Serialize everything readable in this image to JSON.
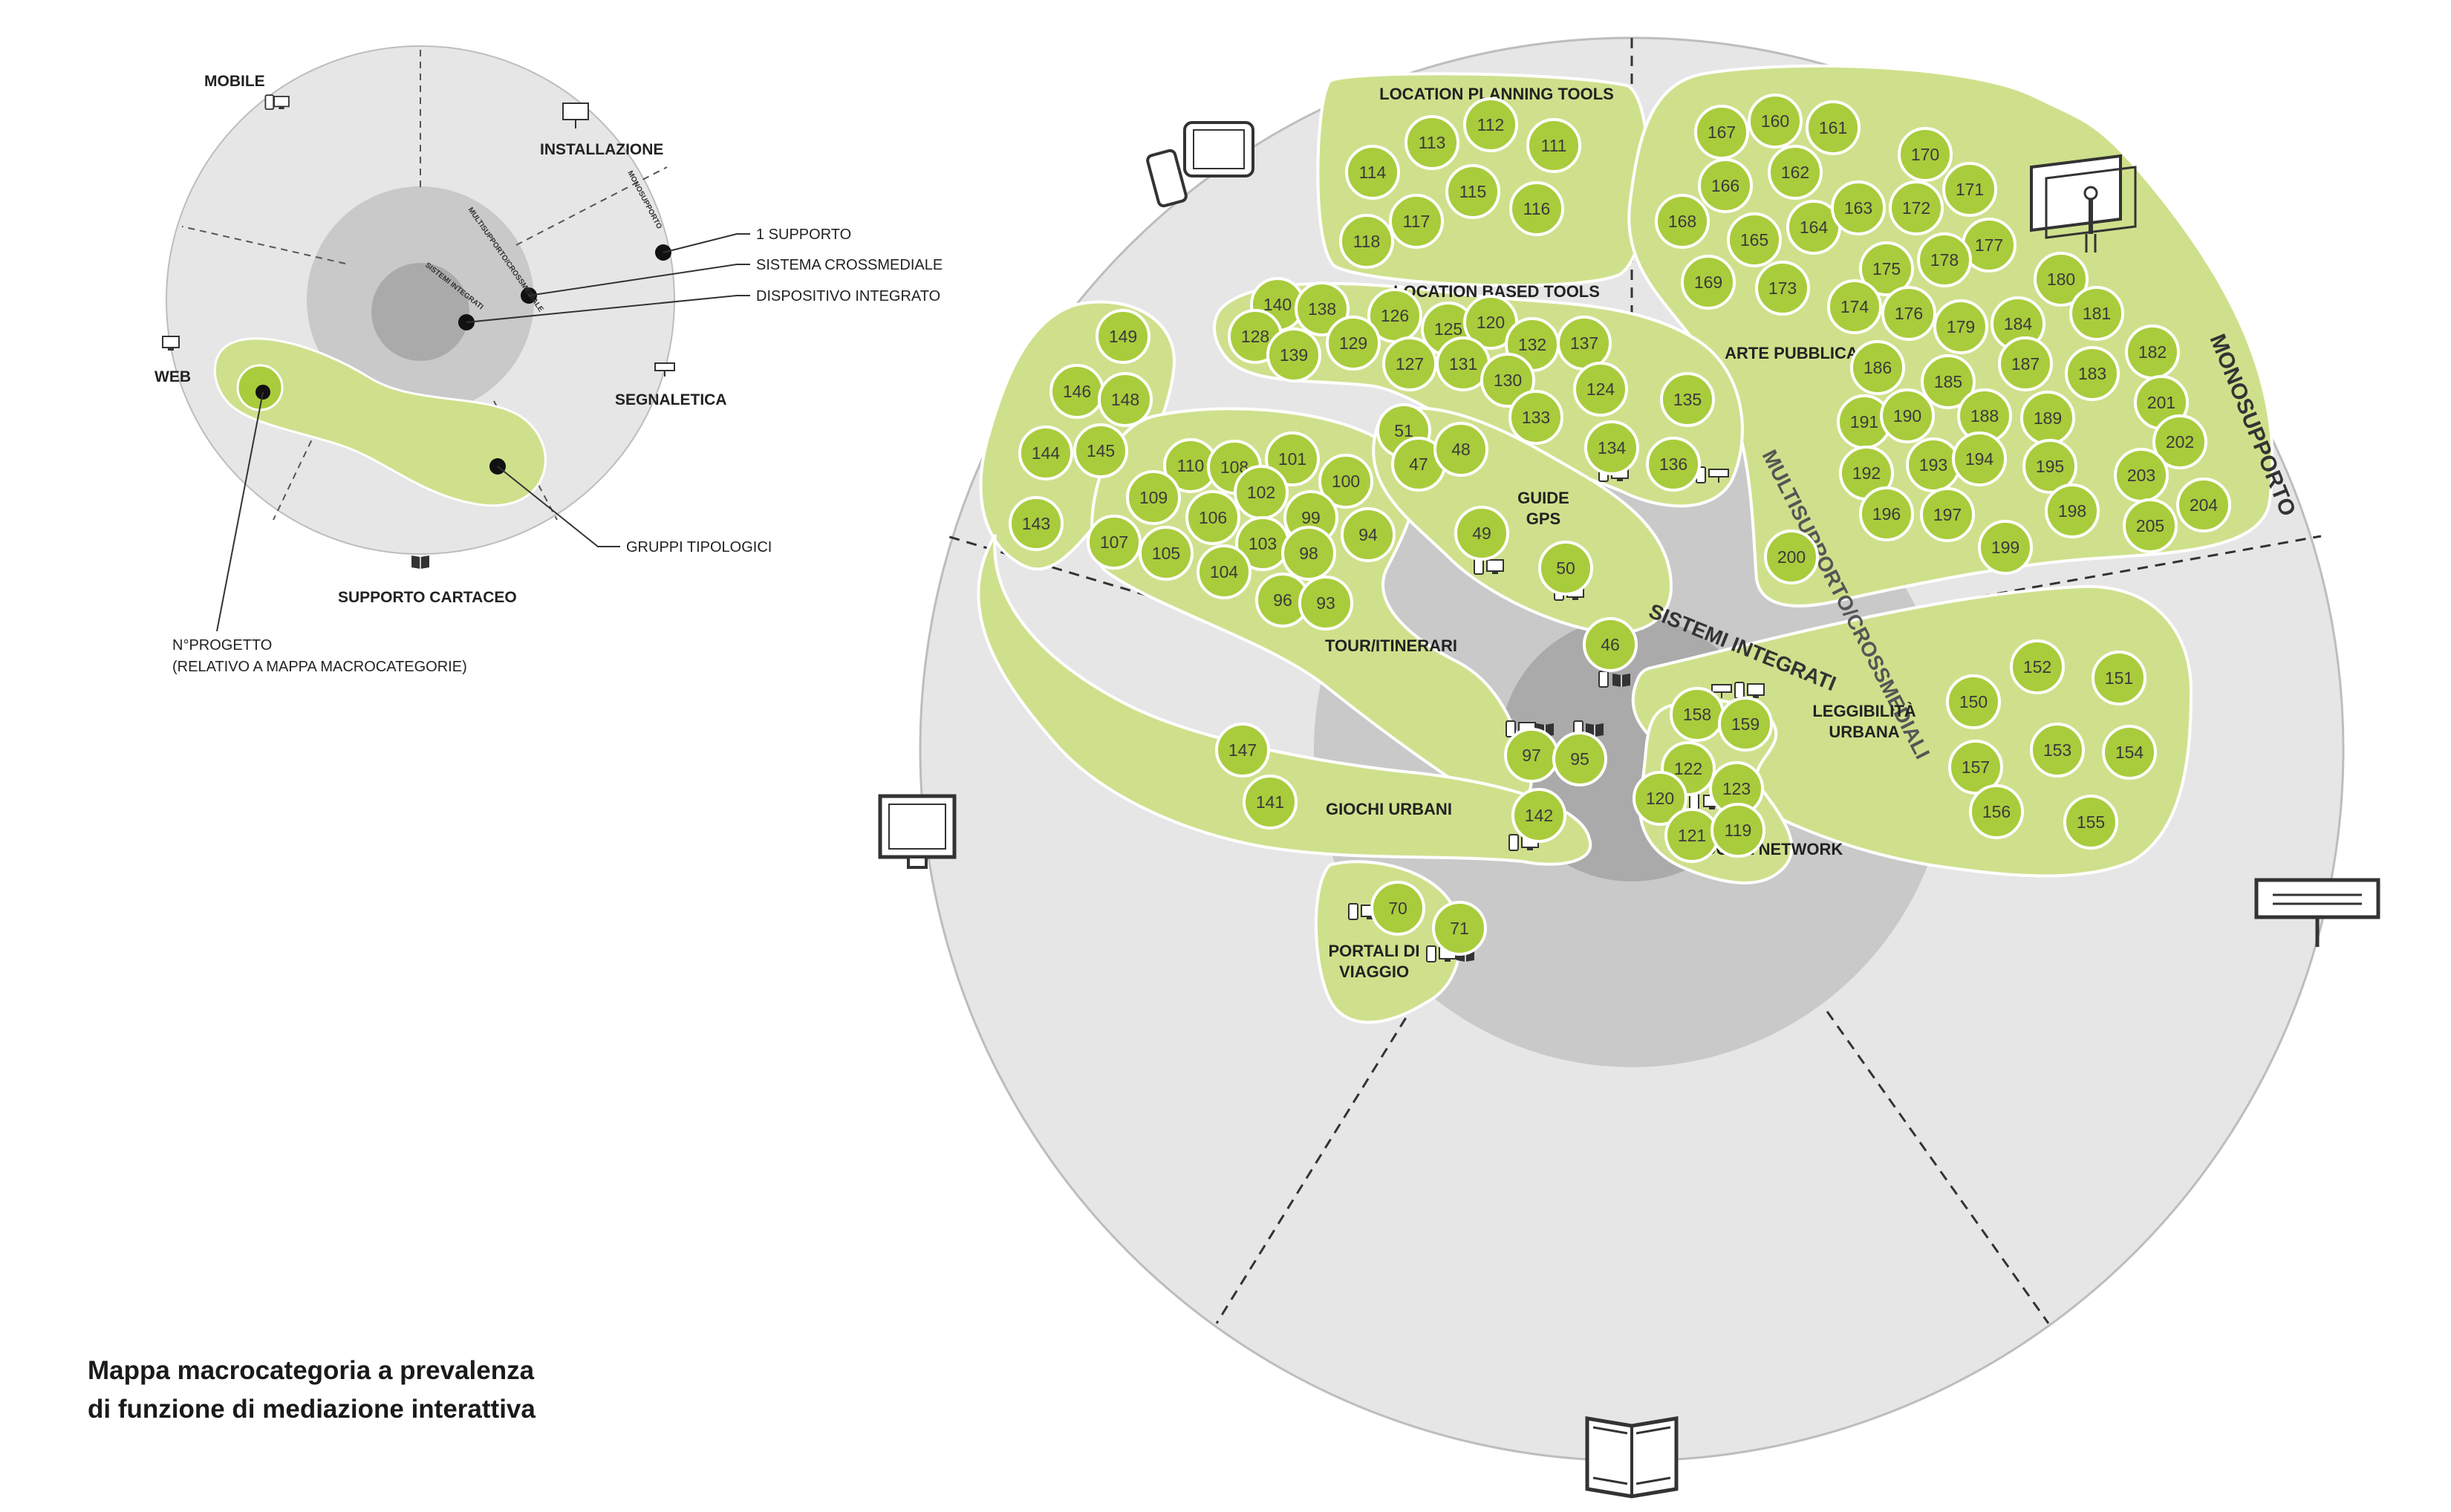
{
  "caption": {
    "line1": "Mappa macrocategoria a prevalenza",
    "line2": "di funzione di mediazione interattiva"
  },
  "colors": {
    "outer_ring": "#e6e6e6",
    "middle_ring": "#c9c9c9",
    "inner_core": "#aaaaaa",
    "group_fill": "#cfe08c",
    "node_fill": "#a9cc3c",
    "node_stroke": "#ffffff",
    "divider": "#333333",
    "text": "#222222",
    "node_text": "#3a3a3a"
  },
  "legend": {
    "sectors": {
      "mobile": "MOBILE",
      "installazione": "INSTALLAZIONE",
      "web": "WEB",
      "segnaletica": "SEGNALETICA",
      "supporto_cartaceo": "SUPPORTO CARTACEO"
    },
    "rings": {
      "monosupporto": "MONOSUPPORTO",
      "multisupporto": "MULTISUPPORTO/CROSSMEDIALE",
      "sistemi": "SISTEMI INTEGRATI"
    },
    "callouts": {
      "uno_supporto": "1 SUPPORTO",
      "sistema_crossmediale": "SISTEMA CROSSMEDIALE",
      "dispositivo_integrato": "DISPOSITIVO INTEGRATO",
      "gruppi_tipologici": "GRUPPI TIPOLOGICI",
      "n_progetto": "N°PROGETTO",
      "n_progetto_note": "(RELATIVO A MAPPA MACROCATEGORIE)"
    }
  },
  "main": {
    "rings": {
      "monosupporto": "MONOSUPPORTO",
      "multisupporto": "MULTISUPPORTO/CROSSMEDIALI",
      "sistemi": "SISTEMI INTEGRATI"
    },
    "groups": {
      "location_planning": "LOCATION PLANNING TOOLS",
      "location_based": "LOCATION BASED TOOLS",
      "arte_pubblica": "ARTE PUBBLICA",
      "guide_gps_1": "GUIDE",
      "guide_gps_2": "GPS",
      "tour": "TOUR/ITINERARI",
      "leggibilita_1": "LEGGIBILITÀ",
      "leggibilita_2": "URBANA",
      "giochi": "GIOCHI URBANI",
      "social": "SOCIAL NETWORK",
      "portali_1": "PORTALI DI",
      "portali_2": "VIAGGIO"
    },
    "nodes": {
      "n112": "112",
      "n113": "113",
      "n111": "111",
      "n114": "114",
      "n115": "115",
      "n116": "116",
      "n117": "117",
      "n118": "118",
      "n167": "167",
      "n160": "160",
      "n161": "161",
      "n170": "170",
      "n166": "166",
      "n162": "162",
      "n171": "171",
      "n168": "168",
      "n165": "165",
      "n164": "164",
      "n163": "163",
      "n172": "172",
      "n177": "177",
      "n178": "178",
      "n175": "175",
      "n169": "169",
      "n173": "173",
      "n174": "174",
      "n176": "176",
      "n179": "179",
      "n180": "180",
      "n181": "181",
      "n184": "184",
      "n182": "182",
      "n186": "186",
      "n185": "185",
      "n187": "187",
      "n183": "183",
      "n201": "201",
      "n191": "191",
      "n190": "190",
      "n188": "188",
      "n189": "189",
      "n202": "202",
      "n192": "192",
      "n193": "193",
      "n194": "194",
      "n195": "195",
      "n203": "203",
      "n204": "204",
      "n196": "196",
      "n197": "197",
      "n198": "198",
      "n205": "205",
      "n199": "199",
      "n200": "200",
      "n140": "140",
      "n138": "138",
      "n126": "126",
      "n125": "125",
      "n120": "120",
      "n132": "132",
      "n137": "137",
      "n128": "128",
      "n139": "139",
      "n129": "129",
      "n127": "127",
      "n131": "131",
      "n130": "130",
      "n124": "124",
      "n133": "133",
      "n135": "135",
      "n134": "134",
      "n136": "136",
      "n149": "149",
      "n146": "146",
      "n148": "148",
      "n144": "144",
      "n145": "145",
      "n143": "143",
      "n110": "110",
      "n108": "108",
      "n101": "101",
      "n100": "100",
      "n109": "109",
      "n102": "102",
      "n106": "106",
      "n99": "99",
      "n107": "107",
      "n105": "105",
      "n103": "103",
      "n98": "98",
      "n94": "94",
      "n104": "104",
      "n96": "96",
      "n93": "93",
      "n51": "51",
      "n47": "47",
      "n48": "48",
      "n49": "49",
      "n50": "50",
      "n46": "46",
      "n97": "97",
      "n95": "95",
      "n147": "147",
      "n141": "141",
      "n142": "142",
      "n70": "70",
      "n71": "71",
      "n158": "158",
      "n159": "159",
      "n122": "122",
      "n123": "123",
      "n120b": "120",
      "n121": "121",
      "n119": "119",
      "n152": "152",
      "n151": "151",
      "n150": "150",
      "n157": "157",
      "n153": "153",
      "n154": "154",
      "n156": "156",
      "n155": "155"
    }
  }
}
